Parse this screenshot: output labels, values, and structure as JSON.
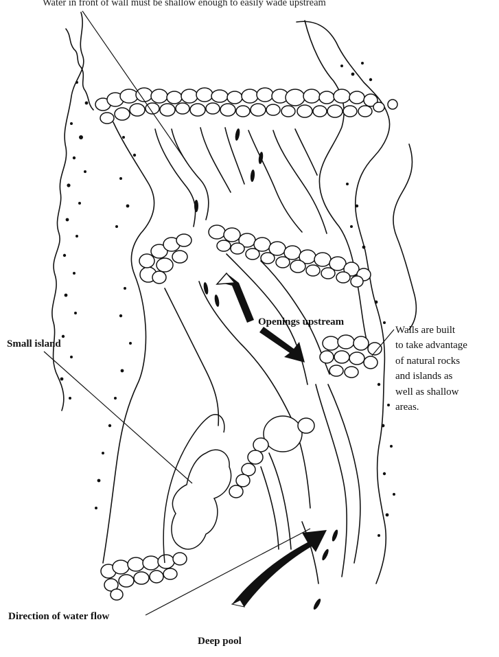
{
  "labels": {
    "top_note": "Water in front of wall must be shallow enough to easily wade upstream",
    "openings": "Openings upstream",
    "small_island": "Small island",
    "walls_lines": [
      "Walls are built",
      "to take advantage",
      "of natural rocks",
      "and islands as",
      "well as shallow",
      "areas."
    ],
    "water_flow": "Direction of water flow",
    "deep_pool": "Deep pool"
  },
  "colors": {
    "ink": "#111111",
    "background": "#ffffff"
  }
}
